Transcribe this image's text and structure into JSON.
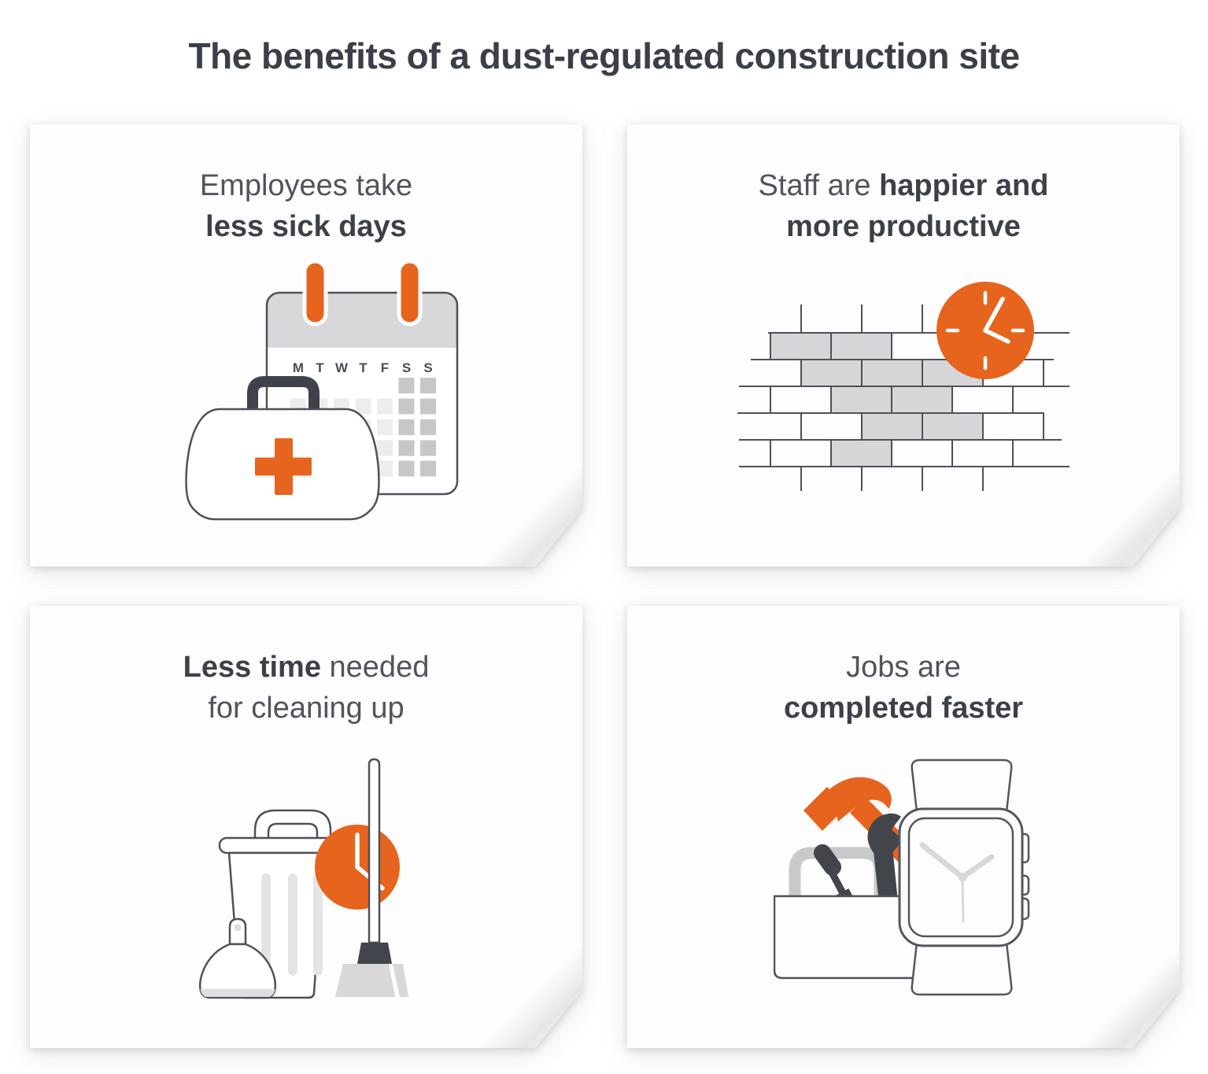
{
  "title": "The benefits of a dust-regulated construction site",
  "theme": {
    "accent_orange": "#E7641E",
    "heading_bold_color": "#3C4048",
    "heading_light_color": "#50545C",
    "outline_dark": "#4E5159",
    "brick_fill_gray": "#D6D6D8",
    "light_fill_gray": "#E9E9EB",
    "card_background": "#FDFDFD"
  },
  "cards": [
    {
      "id": "less-sick-days",
      "heading": {
        "line1_light": "Employees take",
        "line2_bold": "less sick days"
      },
      "icon": {
        "name": "calendar-medical-bag-icon",
        "weekdays": [
          "M",
          "T",
          "W",
          "T",
          "F",
          "S",
          "S"
        ]
      }
    },
    {
      "id": "happier-more-productive",
      "heading": {
        "line1_light": "Staff are",
        "line1_bold": "happier and",
        "line2_bold": "more productive"
      },
      "icon": {
        "name": "brick-wall-clock-icon"
      }
    },
    {
      "id": "less-cleaning-time",
      "heading": {
        "line1_bold": "Less time",
        "line1_light": "needed",
        "line2_light": "for cleaning up"
      },
      "icon": {
        "name": "trash-can-broom-dustpan-clock-icon"
      }
    },
    {
      "id": "jobs-completed-faster",
      "heading": {
        "line1_light": "Jobs are",
        "line2_bold": "completed faster"
      },
      "icon": {
        "name": "toolbox-smartwatch-icon"
      }
    }
  ]
}
